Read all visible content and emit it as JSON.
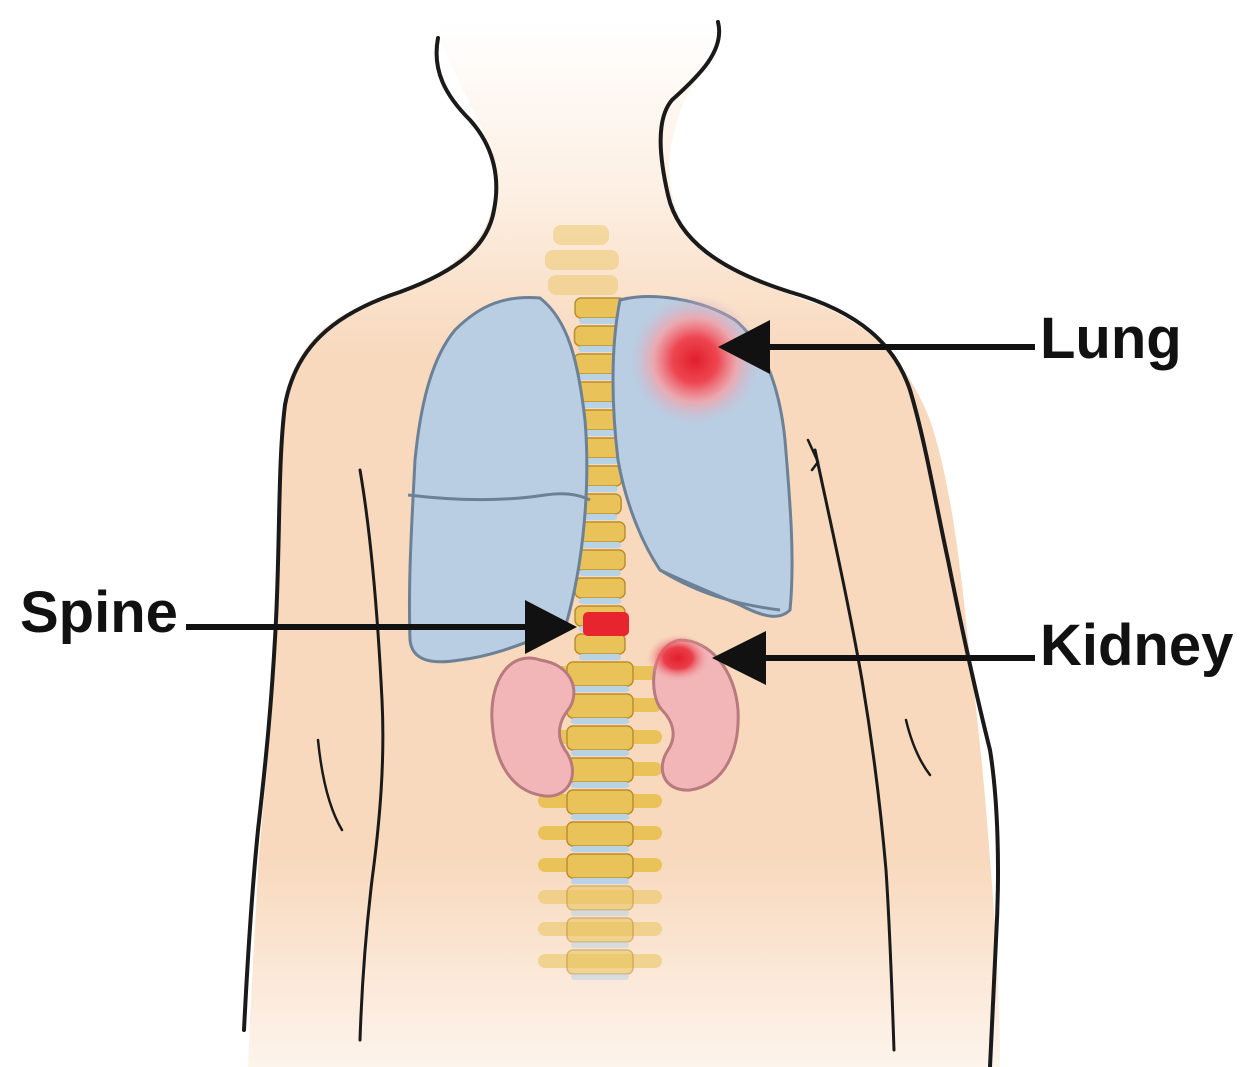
{
  "diagram": {
    "labels": {
      "lung": "Lung",
      "spine": "Spine",
      "kidney": "Kidney"
    },
    "colors": {
      "skin": "#f8d9bd",
      "skin_fade": "#ffffff",
      "outline": "#1a1a1a",
      "lung_fill": "#b9cee2",
      "lung_outline": "#6d8196",
      "vertebra": "#e9c35a",
      "vertebra_shadow": "#b98f2c",
      "disc": "#b9d3e6",
      "kidney_fill": "#f2b5b8",
      "kidney_outline": "#b97a7e",
      "lesion": "#e8242f",
      "lesion_halo": "#f4a3a8",
      "arrow": "#111111"
    },
    "icons": [
      "human-torso",
      "lungs",
      "spine",
      "kidneys",
      "lesion-markers",
      "pointer-arrows"
    ]
  }
}
